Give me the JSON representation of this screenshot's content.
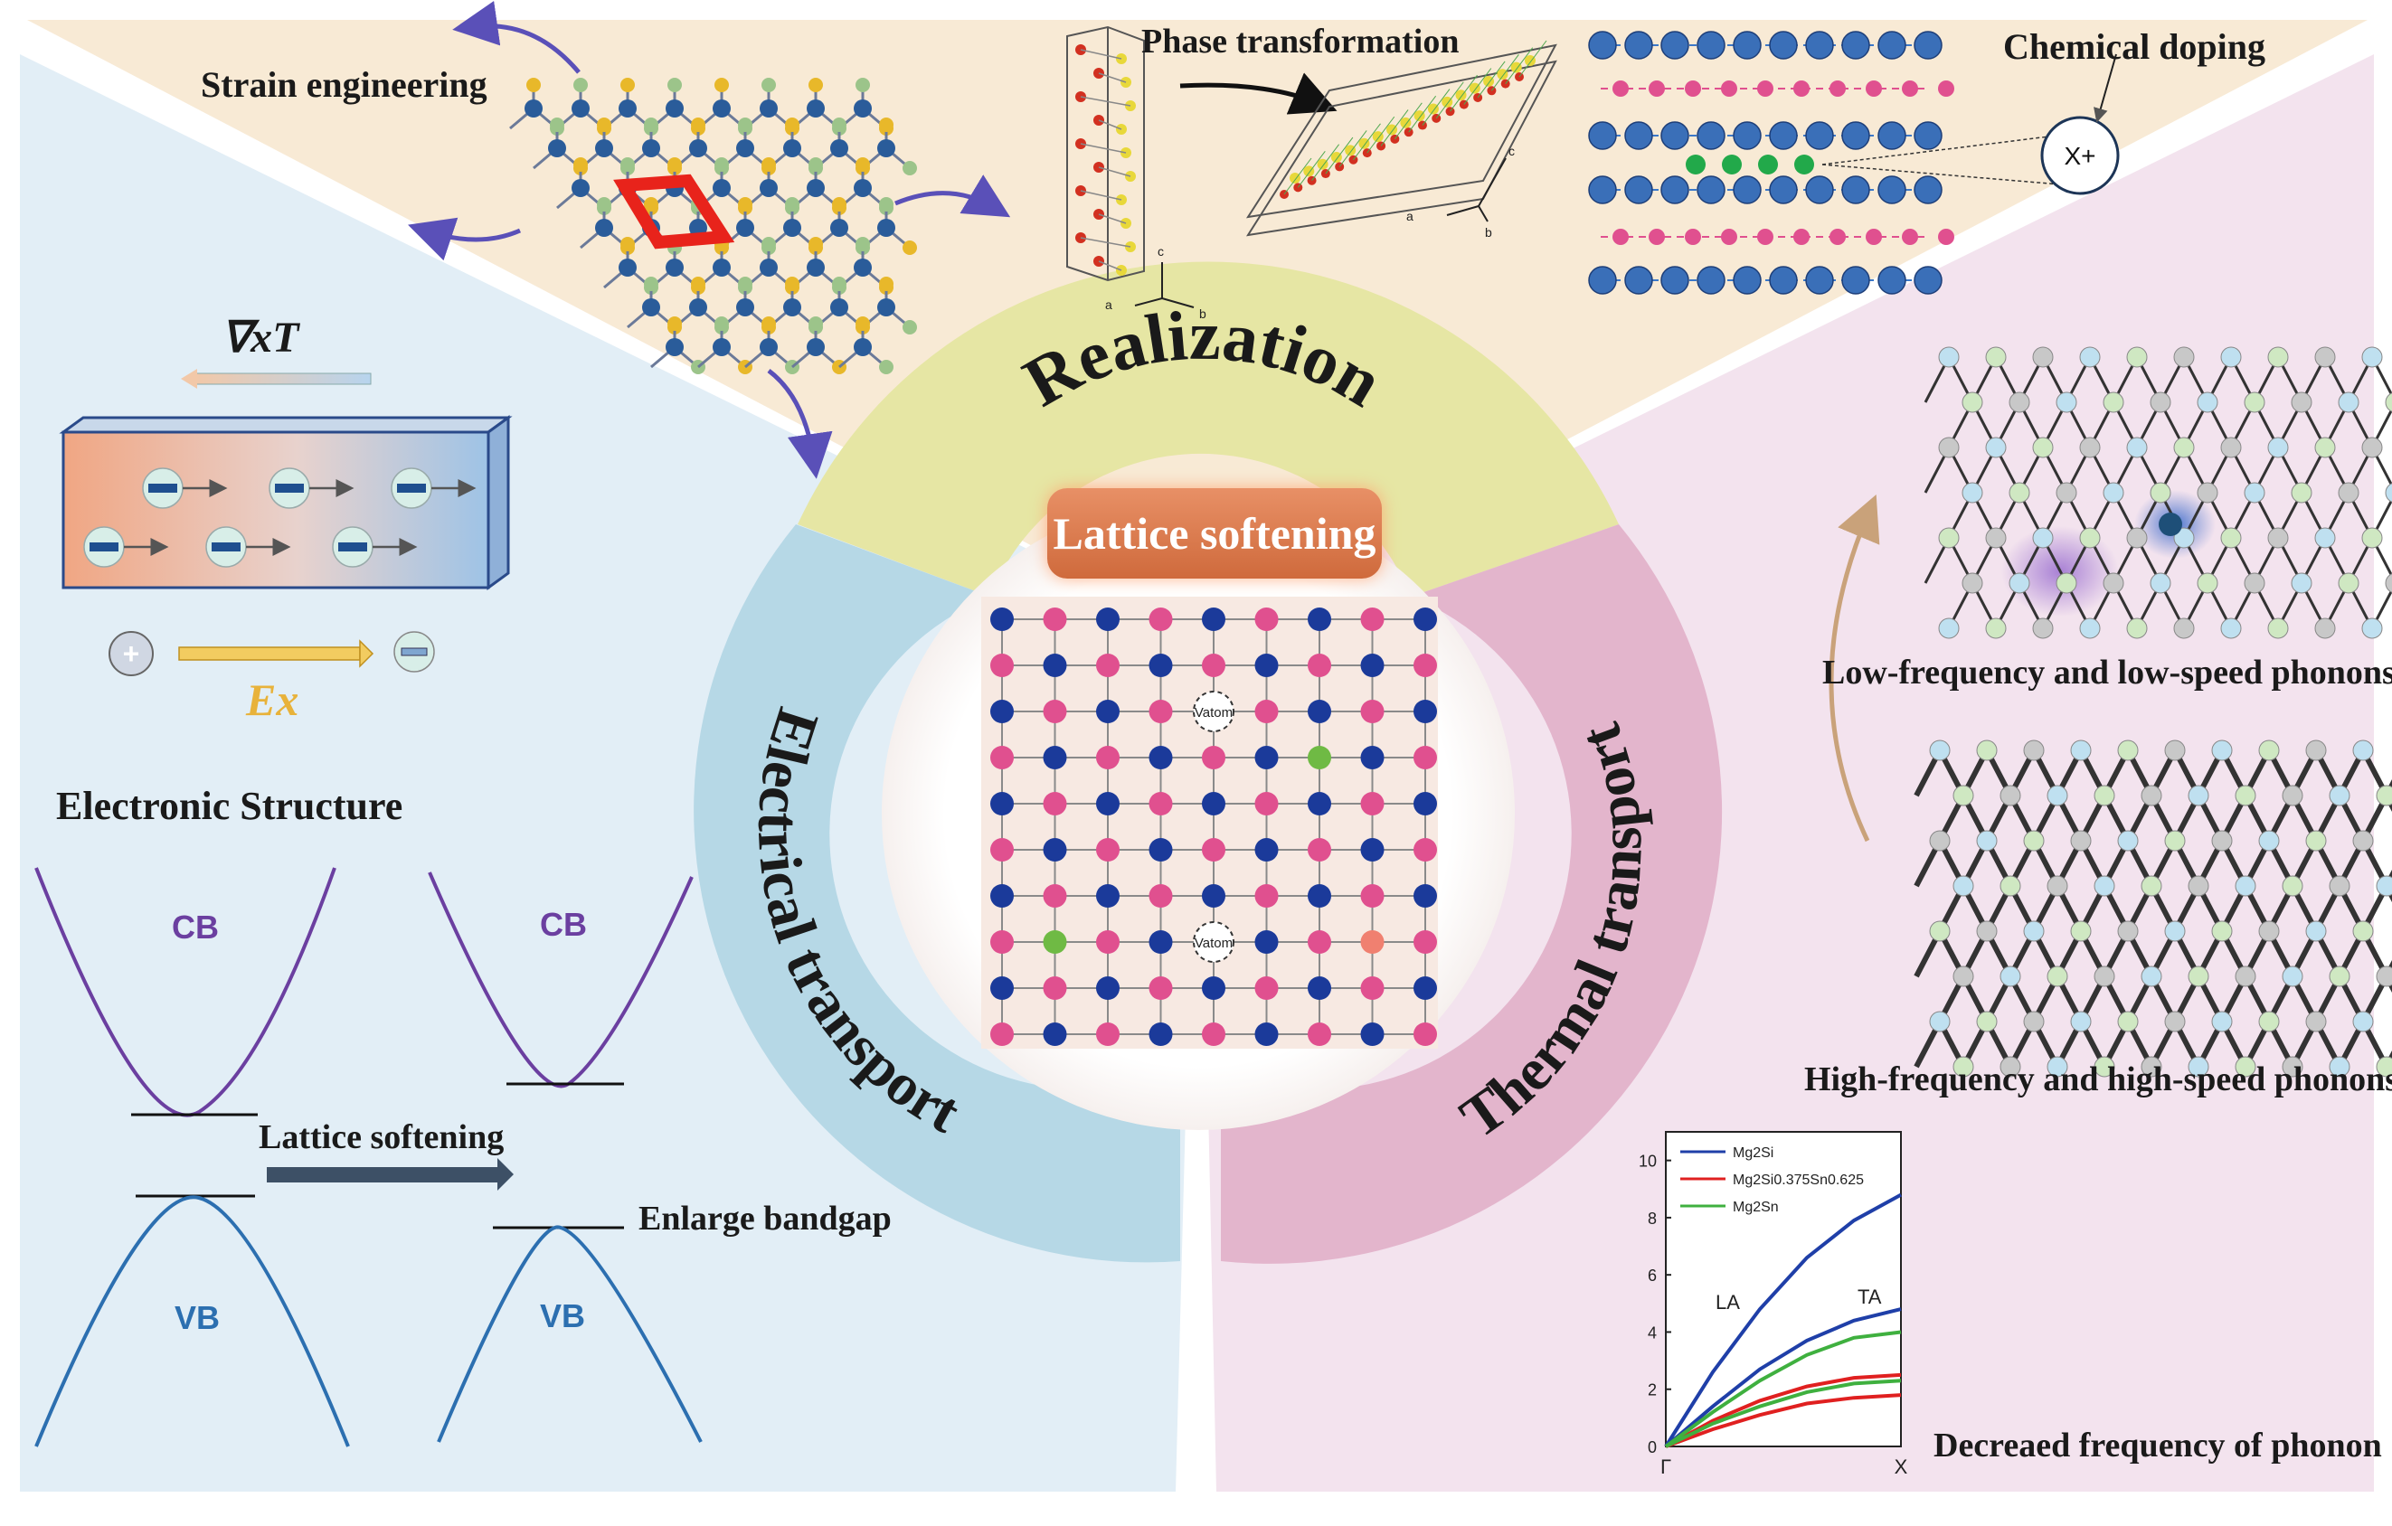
{
  "colors": {
    "realization_panel": "#f8ead5",
    "electrical_panel": "#e2eef6",
    "thermal_panel": "#f3e3ee",
    "realization_ring": "#e6e6a4",
    "electrical_ring": "#b6d8e6",
    "thermal_ring": "#e3b5cc",
    "center_badge": "#d9774a",
    "band_cb": "#6b3fa0",
    "band_vb": "#2c6fb0"
  },
  "center": {
    "badge_label": "Lattice softening",
    "vacancy_label_1": "Vatom",
    "vacancy_label_2": "Vatom"
  },
  "rings": {
    "realization": "Realization",
    "electrical": "Electrical transport",
    "thermal": "Thermal transport"
  },
  "realization": {
    "strain_label": "Strain engineering",
    "phase_label": "Phase transformation",
    "doping_label": "Chemical doping",
    "dopant_label": "X+",
    "axes_a": "a",
    "axes_b": "b",
    "axes_c": "c"
  },
  "electrical": {
    "gradient_label": "∇xT",
    "field_label": "Ex",
    "section_title": "Electronic Structure",
    "cb_label": "CB",
    "vb_label": "VB",
    "softening_label": "Lattice softening",
    "bandgap_label": "Enlarge bandgap"
  },
  "thermal": {
    "low_phonon_label": "Low-frequency and low-speed phonons",
    "high_phonon_label": "High-frequency and high-speed phonons",
    "chart_caption": "Decreaed frequency of phonon"
  },
  "chart_data": {
    "type": "line",
    "title": "",
    "xlabel": "",
    "ylabel": "",
    "x_ticks": [
      "Γ",
      "X"
    ],
    "x": [
      0,
      0.2,
      0.4,
      0.6,
      0.8,
      1.0
    ],
    "ylim": [
      0,
      11
    ],
    "y_ticks": [
      0,
      2,
      4,
      6,
      8,
      10
    ],
    "annotations": [
      "LA",
      "TA"
    ],
    "legend_position": "top-left",
    "series": [
      {
        "name": "Mg2Si",
        "color": "#1f3fa8",
        "branch": "LA",
        "values": [
          0,
          2.6,
          4.8,
          6.6,
          7.9,
          8.8
        ]
      },
      {
        "name": "Mg2Si",
        "color": "#1f3fa8",
        "branch": "TA",
        "values": [
          0,
          1.4,
          2.7,
          3.7,
          4.4,
          4.8
        ]
      },
      {
        "name": "Mg2Si0.375Sn0.625",
        "color": "#e02020",
        "branch": "LA",
        "values": [
          0,
          0.9,
          1.6,
          2.1,
          2.4,
          2.5
        ]
      },
      {
        "name": "Mg2Si0.375Sn0.625",
        "color": "#e02020",
        "branch": "TA",
        "values": [
          0,
          0.6,
          1.1,
          1.5,
          1.7,
          1.8
        ]
      },
      {
        "name": "Mg2Sn",
        "color": "#3fb03f",
        "branch": "LA",
        "values": [
          0,
          1.2,
          2.3,
          3.2,
          3.8,
          4.0
        ]
      },
      {
        "name": "Mg2Sn",
        "color": "#3fb03f",
        "branch": "TA",
        "values": [
          0,
          0.8,
          1.4,
          1.9,
          2.2,
          2.3
        ]
      }
    ],
    "legend": [
      "Mg2Si",
      "Mg2Si0.375Sn0.625",
      "Mg2Sn"
    ]
  }
}
